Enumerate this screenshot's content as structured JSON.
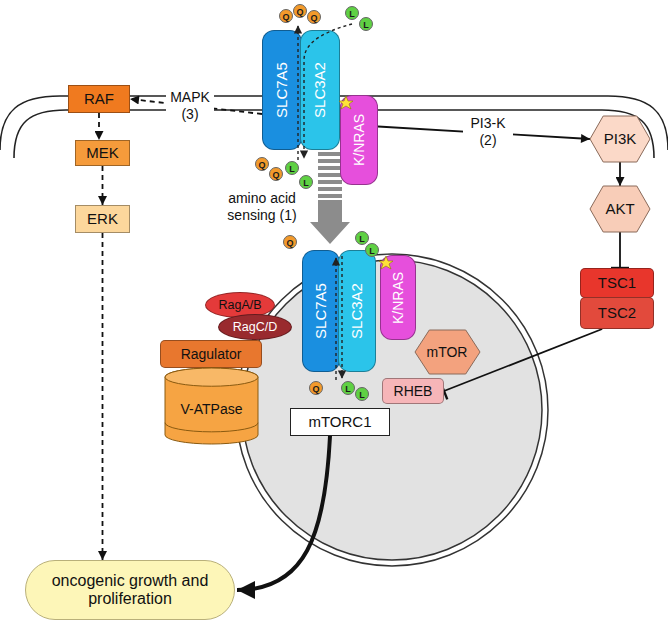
{
  "diagram": {
    "nodes": [
      {
        "text": [
          "SLC7A5"
        ]
      },
      {
        "text": [
          "SLC3A2"
        ]
      },
      {
        "text": [
          "K/NRAS"
        ]
      },
      {
        "text": [
          "RAF"
        ]
      },
      {
        "text": [
          "MEK"
        ]
      },
      {
        "text": [
          "ERK"
        ]
      },
      {
        "text": [
          "PI3K"
        ]
      },
      {
        "text": [
          "AKT"
        ]
      },
      {
        "text": [
          "TSC1"
        ]
      },
      {
        "text": [
          "TSC2"
        ]
      },
      {
        "text": [
          "SLC7A5"
        ]
      },
      {
        "text": [
          "SLC3A2"
        ]
      },
      {
        "text": [
          "K/NRAS"
        ]
      },
      {
        "text": [
          "RagA/B"
        ]
      },
      {
        "text": [
          "RagC/D"
        ]
      },
      {
        "text": [
          "Ragulator"
        ]
      },
      {
        "text": [
          "V-ATPase"
        ]
      },
      {
        "text": [
          "mTOR"
        ]
      },
      {
        "text": [
          "RHEB"
        ]
      },
      {
        "text": [
          "mTORC1"
        ]
      },
      {
        "text": [
          "oncogenic growth and proliferation"
        ]
      }
    ],
    "edges": [
      {
        "from": 0,
        "to": 3,
        "label": "MAPK (3)",
        "arrow": "to"
      },
      {
        "from": 3,
        "to": 4,
        "arrow": "to"
      },
      {
        "from": 4,
        "to": 5,
        "arrow": "to"
      },
      {
        "from": 5,
        "to": 20,
        "arrow": "to"
      },
      {
        "from": 2,
        "to": 6,
        "label": "PI3-K (2)",
        "arrow": "to"
      },
      {
        "from": 6,
        "to": 7,
        "arrow": "to"
      },
      {
        "from": 7,
        "to": 8,
        "arrow": "to"
      },
      {
        "from": 9,
        "to": 18,
        "arrow": "to"
      },
      {
        "from": 1,
        "to": 10,
        "label": "amino acid sensing (1)",
        "arrow": "to"
      },
      {
        "from": 19,
        "to": 20,
        "arrow": "to"
      }
    ],
    "labels": [
      "Q",
      "Q",
      "Q",
      "L",
      "L",
      "Q",
      "Q",
      "L",
      "L",
      "Q",
      "L",
      "L",
      "Q",
      "L",
      "L"
    ]
  }
}
